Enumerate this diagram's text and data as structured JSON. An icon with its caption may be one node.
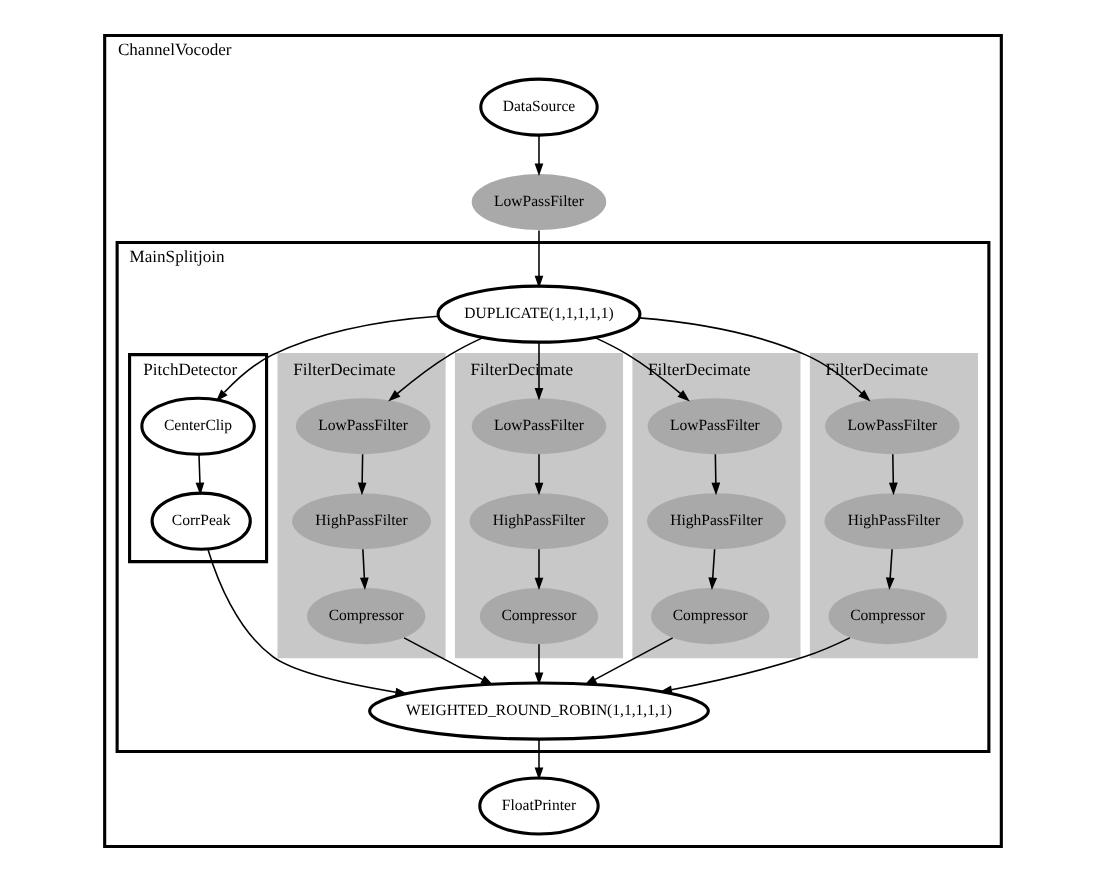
{
  "diagram": {
    "nodes": [
      {
        "text": [
          "ChannelVocoder"
        ]
      },
      {
        "text": [
          "DataSource"
        ],
        "in": 0
      },
      {
        "text": [
          "LowPassFilter"
        ],
        "in": 0
      },
      {
        "text": [
          "MainSplitjoin"
        ],
        "in": 0
      },
      {
        "text": [
          "DUPLICATE(1,1,1,1,1)"
        ],
        "in": 3
      },
      {
        "text": [
          "PitchDetector"
        ],
        "in": 3
      },
      {
        "text": [
          "CenterClip"
        ],
        "in": 5
      },
      {
        "text": [
          "CorrPeak"
        ],
        "in": 5
      },
      {
        "text": [
          "FilterDecimate"
        ],
        "in": 3
      },
      {
        "text": [
          "LowPassFilter"
        ],
        "in": 8
      },
      {
        "text": [
          "HighPassFilter"
        ],
        "in": 8
      },
      {
        "text": [
          "Compressor"
        ],
        "in": 8
      },
      {
        "text": [
          "FilterDecimate"
        ],
        "in": 3
      },
      {
        "text": [
          "LowPassFilter"
        ],
        "in": 12
      },
      {
        "text": [
          "HighPassFilter"
        ],
        "in": 12
      },
      {
        "text": [
          "Compressor"
        ],
        "in": 12
      },
      {
        "text": [
          "FilterDecimate"
        ],
        "in": 3
      },
      {
        "text": [
          "LowPassFilter"
        ],
        "in": 16
      },
      {
        "text": [
          "HighPassFilter"
        ],
        "in": 16
      },
      {
        "text": [
          "Compressor"
        ],
        "in": 16
      },
      {
        "text": [
          "FilterDecimate"
        ],
        "in": 3
      },
      {
        "text": [
          "LowPassFilter"
        ],
        "in": 20
      },
      {
        "text": [
          "HighPassFilter"
        ],
        "in": 20
      },
      {
        "text": [
          "Compressor"
        ],
        "in": 20
      },
      {
        "text": [
          "WEIGHTED_ROUND_ROBIN(1,1,1,1,1)"
        ],
        "in": 3
      },
      {
        "text": [
          "FloatPrinter"
        ],
        "in": 0
      }
    ],
    "edges": [
      {
        "from": 1,
        "to": 2,
        "arrow": "to"
      },
      {
        "from": 2,
        "to": 4,
        "arrow": "to"
      },
      {
        "from": 4,
        "to": 6,
        "arrow": "to"
      },
      {
        "from": 4,
        "to": 9,
        "arrow": "to"
      },
      {
        "from": 4,
        "to": 13,
        "arrow": "to"
      },
      {
        "from": 4,
        "to": 17,
        "arrow": "to"
      },
      {
        "from": 4,
        "to": 21,
        "arrow": "to"
      },
      {
        "from": 6,
        "to": 7,
        "arrow": "to"
      },
      {
        "from": 9,
        "to": 10,
        "arrow": "to"
      },
      {
        "from": 10,
        "to": 11,
        "arrow": "to"
      },
      {
        "from": 13,
        "to": 14,
        "arrow": "to"
      },
      {
        "from": 14,
        "to": 15,
        "arrow": "to"
      },
      {
        "from": 17,
        "to": 18,
        "arrow": "to"
      },
      {
        "from": 18,
        "to": 19,
        "arrow": "to"
      },
      {
        "from": 21,
        "to": 22,
        "arrow": "to"
      },
      {
        "from": 22,
        "to": 23,
        "arrow": "to"
      },
      {
        "from": 7,
        "to": 24,
        "arrow": "to"
      },
      {
        "from": 11,
        "to": 24,
        "arrow": "to"
      },
      {
        "from": 15,
        "to": 24,
        "arrow": "to"
      },
      {
        "from": 19,
        "to": 24,
        "arrow": "to"
      },
      {
        "from": 23,
        "to": 24,
        "arrow": "to"
      },
      {
        "from": 24,
        "to": 25,
        "arrow": "to"
      }
    ]
  }
}
